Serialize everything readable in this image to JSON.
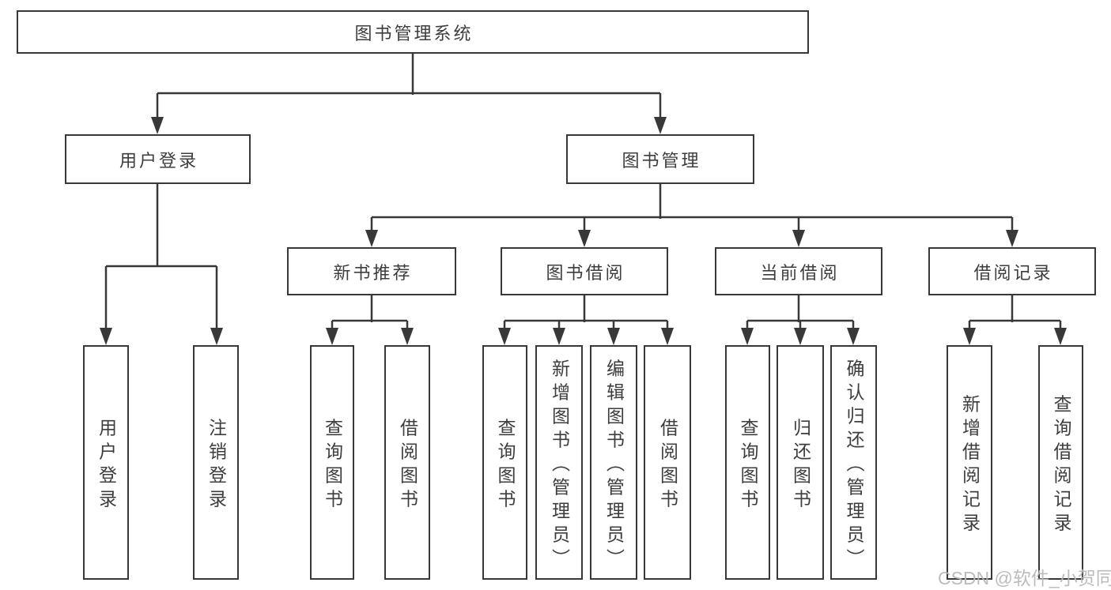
{
  "diagram": {
    "root": {
      "label": "图书管理系统",
      "children": [
        {
          "label": "用户登录",
          "children": [
            {
              "label": "用户登录"
            },
            {
              "label": "注销登录"
            }
          ]
        },
        {
          "label": "图书管理",
          "children": [
            {
              "label": "新书推荐",
              "children": [
                {
                  "label": "查询图书"
                },
                {
                  "label": "借阅图书"
                }
              ]
            },
            {
              "label": "图书借阅",
              "children": [
                {
                  "label": "查询图书"
                },
                {
                  "label": "新增图书（管理员）"
                },
                {
                  "label": "编辑图书（管理员）"
                },
                {
                  "label": "借阅图书"
                }
              ]
            },
            {
              "label": "当前借阅",
              "children": [
                {
                  "label": "查询图书"
                },
                {
                  "label": "归还图书"
                },
                {
                  "label": "确认归还（管理员）"
                }
              ]
            },
            {
              "label": "借阅记录",
              "children": [
                {
                  "label": "新增借阅记录"
                },
                {
                  "label": "查询借阅记录"
                }
              ]
            }
          ]
        }
      ]
    }
  },
  "watermark": {
    "text": "CSDN @软件_小贺同学"
  },
  "colors": {
    "line": "#383838",
    "text": "#3d3d3d",
    "watermark": "#b7b7b7",
    "background": "#ffffff"
  }
}
